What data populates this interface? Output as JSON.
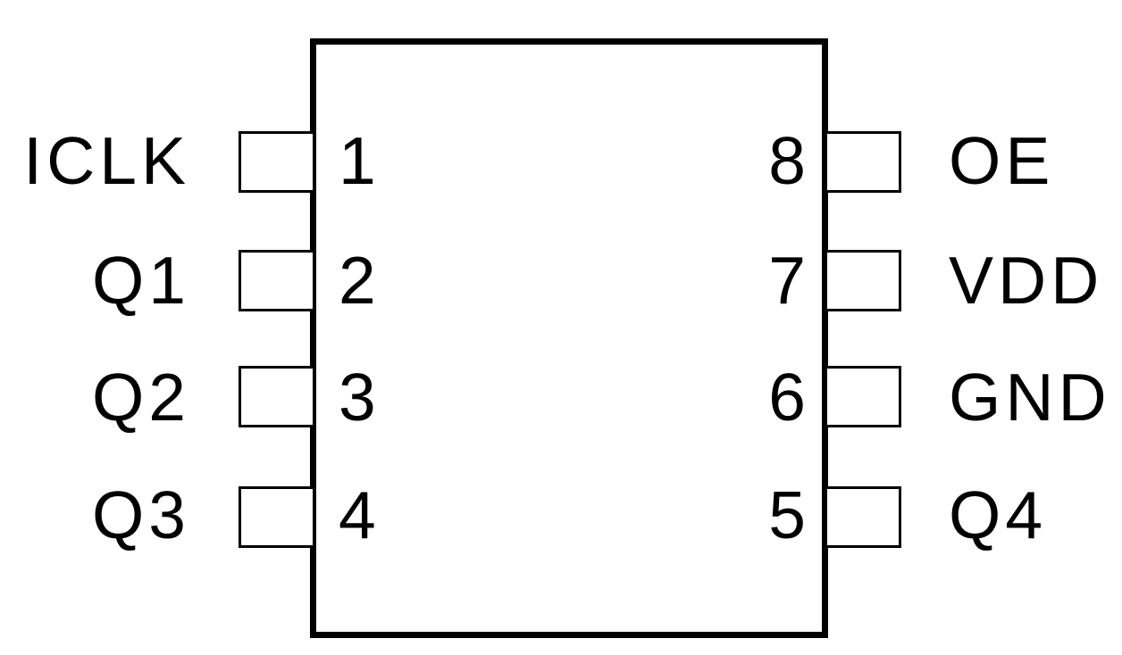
{
  "diagram": {
    "type": "ic-pinout",
    "package": "8-pin",
    "pins_left": [
      {
        "number": "1",
        "name": "ICLK"
      },
      {
        "number": "2",
        "name": "Q1"
      },
      {
        "number": "3",
        "name": "Q2"
      },
      {
        "number": "4",
        "name": "Q3"
      }
    ],
    "pins_right": [
      {
        "number": "8",
        "name": "OE"
      },
      {
        "number": "7",
        "name": "VDD"
      },
      {
        "number": "6",
        "name": "GND"
      },
      {
        "number": "5",
        "name": "Q4"
      }
    ]
  }
}
